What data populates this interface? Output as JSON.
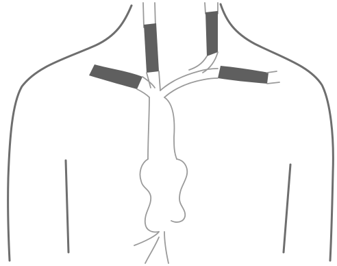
{
  "figure": {
    "description_text": "",
    "colors": {
      "background": "#ffffff",
      "body_outline": "#6e6e6e",
      "vessel_outline": "#9a9a9a",
      "highlight_fill": "#5f5f5f"
    },
    "highlighted_regions": [
      "left-internal-jugular",
      "right-internal-jugular",
      "left-subclavian",
      "right-subclavian"
    ]
  }
}
